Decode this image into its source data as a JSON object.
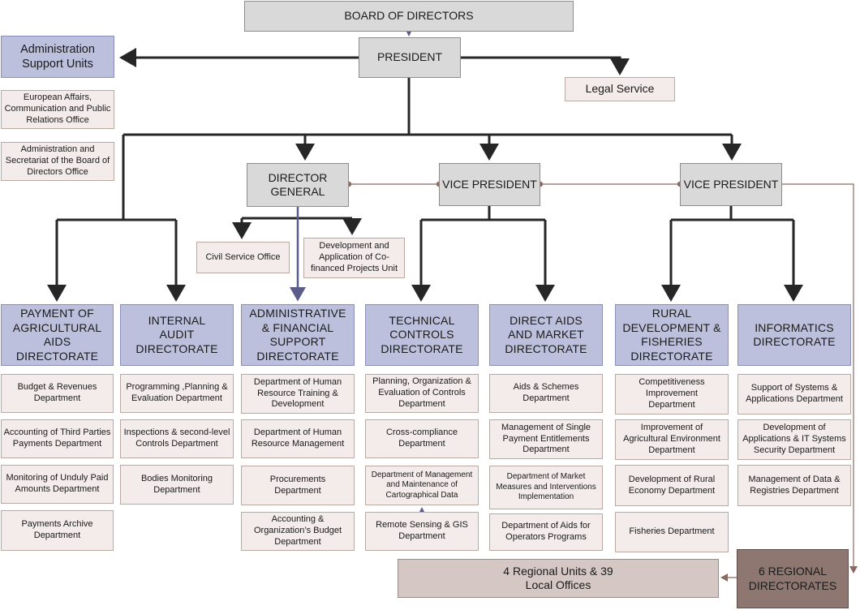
{
  "top": {
    "board": "BOARD OF DIRECTORS",
    "president": "PRESIDENT",
    "admin_support": "Administration Support Units",
    "legal": "Legal  Service",
    "eu_affairs": "European Affairs, Communication and Public Relations Office",
    "admin_secretariat": "Administration and Secretariat of the Board of Directors Office"
  },
  "middle": {
    "director_general": "DIRECTOR GENERAL",
    "vice_president_1": "VICE PRESIDENT",
    "vice_president_2": "VICE PRESIDENT",
    "civil_service": "Civil Service Office",
    "cofinanced": "Development and Application of Co-financed Projects Unit"
  },
  "directorates": {
    "payment": "PAYMENT OF AGRICULTURAL AIDS DIRECTORATE",
    "audit": "INTERNAL AUDIT DIRECTORATE",
    "admin_fin": "ADMINISTRATIVE & FINANCIAL SUPPORT DIRECTORATE",
    "technical": "TECHNICAL CONTROLS DIRECTORATE",
    "direct_aids": "DIRECT AIDS AND MARKET DIRECTORATE",
    "rural": "RURAL DEVELOPMENT & FISHERIES DIRECTORATE",
    "informatics": "INFORMATICS DIRECTORATE"
  },
  "departments": {
    "payment": [
      "Budget & Revenues Department",
      "Accounting of Third Parties Payments Department",
      "Monitoring of Unduly Paid Amounts Department",
      "Payments Archive Department"
    ],
    "audit": [
      "Programming ,Planning & Evaluation Department",
      "Inspections & second-level Controls Department",
      "Bodies Monitoring Department"
    ],
    "admin_fin": [
      "Department of Human Resource Training & Development",
      "Department of Human Resource Management",
      "Procurements Department",
      "Accounting & Organization’s Budget Department"
    ],
    "technical": [
      "Planning, Organization & Evaluation of Controls Department",
      "Cross-compliance Department",
      "Department of Management and Maintenance of Cartographical Data",
      "Remote Sensing & GIS Department"
    ],
    "direct_aids": [
      "Aids & Schemes Department",
      "Management of Single Payment Entitlements Department",
      "Department  of Market Measures and Interventions Implementation",
      "Department of Aids for Operators Programs"
    ],
    "rural": [
      "Competitiveness Improvement Department",
      "Improvement of Agricultural Environment Department",
      "Development of Rural Economy Department",
      "Fisheries Department"
    ],
    "informatics": [
      "Support of Systems & Applications Department",
      "Development of Applications & IT Systems Security Department",
      "Management of Data & Registries Department"
    ]
  },
  "regional": {
    "units": "4 Regional Units & 39 Local Offices",
    "directorates": "6 REGIONAL DIRECTORATES"
  },
  "colors": {
    "grey": "#d9d9d9",
    "blue": "#bcc0dc",
    "pink": "#f3ecea",
    "taupe": "#d4c7c4",
    "brown": "#8e7770",
    "arrow": "#262626",
    "thin_line": "#8a6a60",
    "dg_arrow": "#5c5c8a"
  }
}
